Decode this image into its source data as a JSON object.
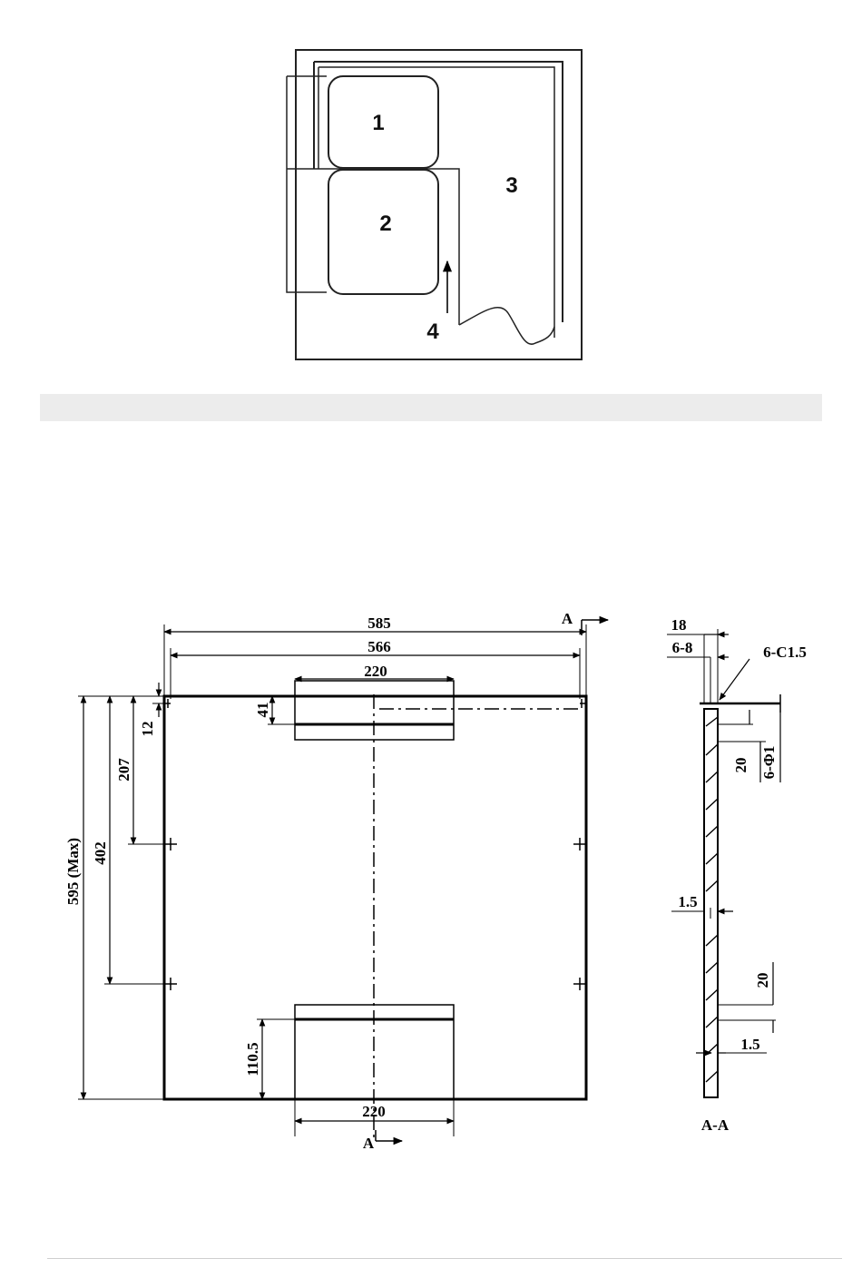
{
  "top_diagram": {
    "labels": [
      "1",
      "2",
      "3",
      "4"
    ]
  },
  "drawing": {
    "section_marker": "A",
    "section_label": "A-A",
    "dimensions": {
      "width_overall": "585",
      "width_holes": "566",
      "hinge_top_width": "220",
      "hinge_bottom_width": "220",
      "hinge_top_height": "41",
      "hole_top_offset": "12",
      "hole_mid_upper": "207",
      "hole_mid_lower": "402",
      "height_overall": "595 (Max)",
      "hinge_bottom_height": "110.5",
      "thickness": "18",
      "thickness_range": "6-8",
      "chamfer": "6-C1.5",
      "hole_diameter": "6-Φ1",
      "hole_spacing_top": "20",
      "hole_spacing_bottom": "20",
      "wall_upper": "1.5",
      "wall_lower": "1.5"
    }
  }
}
